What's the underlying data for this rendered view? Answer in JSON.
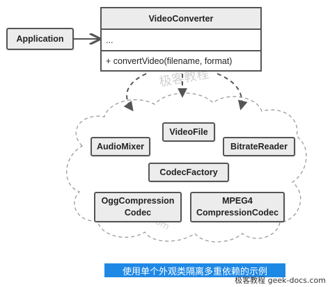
{
  "client": {
    "label": "Application"
  },
  "facade": {
    "name": "VideoConverter",
    "fields": "...",
    "method": "+ convertVideo(filename, format)"
  },
  "subsystem": {
    "video_file": "VideoFile",
    "audio_mixer": "AudioMixer",
    "bitrate_reader": "BitrateReader",
    "codec_factory": "CodecFactory",
    "ogg_codec": {
      "line1": "OggCompression",
      "line2": "Codec"
    },
    "mpeg4_codec": {
      "line1": "MPEG4",
      "line2": "CompressionCodec"
    }
  },
  "caption": "使用单个外观类隔离多重依赖的示例",
  "footer": "极客教程 geek-docs.com",
  "watermark": {
    "top": "极客教程",
    "bottom": "geek-docs.com"
  },
  "colors": {
    "box_fill": "#ececec",
    "border": "#555555",
    "caption_bg": "#1e88e5"
  }
}
